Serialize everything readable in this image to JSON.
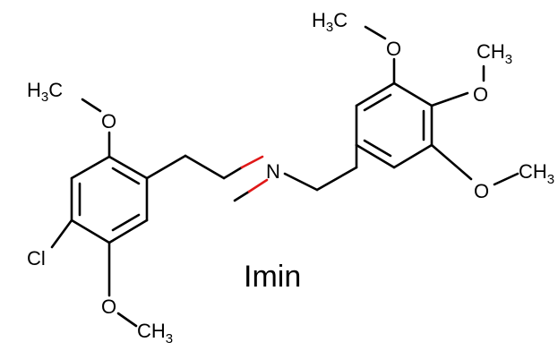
{
  "caption": "Imin",
  "atoms": {
    "o_top_left": "O",
    "o_bottom_left": "O",
    "cl": "Cl",
    "n": "N",
    "o_ring2_top": "O",
    "o_ring2_mid": "O",
    "o_ring2_right": "O"
  },
  "methyls": {
    "h3c_top_left": {
      "main": "H",
      "sub": "3",
      "rest": "C"
    },
    "ch3_bottom_left": {
      "main": "CH",
      "sub": "3"
    },
    "h3c_ring2_top": {
      "main": "H",
      "sub": "3",
      "rest": "C"
    },
    "ch3_ring2_mid": {
      "main": "CH",
      "sub": "3"
    },
    "ch3_ring2_right": {
      "main": "CH",
      "sub": "3"
    }
  },
  "colors": {
    "bond": "#000000",
    "imine_bond_accent": "#e01818"
  }
}
